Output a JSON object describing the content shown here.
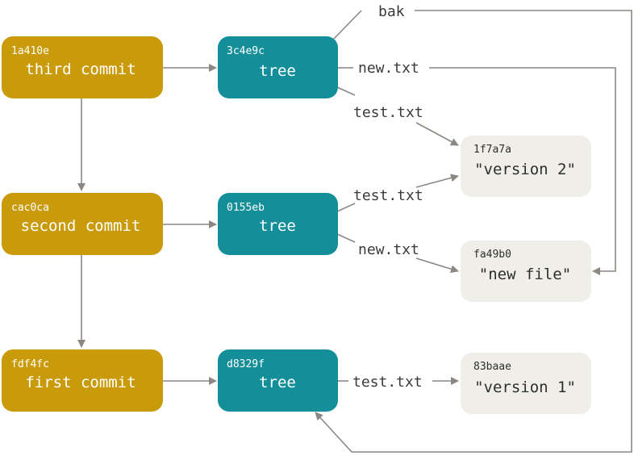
{
  "colors": {
    "commit": "#c99a0a",
    "tree": "#148f9a",
    "blob": "#efeee9",
    "edge": "#8c8782",
    "light_text": "#ffffff",
    "dark_text": "#2e2e2e"
  },
  "commits": [
    {
      "id": "1a410e",
      "label": "third commit"
    },
    {
      "id": "cac0ca",
      "label": "second commit"
    },
    {
      "id": "fdf4fc",
      "label": "first commit"
    }
  ],
  "trees": [
    {
      "id": "3c4e9c",
      "label": "tree"
    },
    {
      "id": "0155eb",
      "label": "tree"
    },
    {
      "id": "d8329f",
      "label": "tree"
    }
  ],
  "blobs": [
    {
      "id": "1f7a7a",
      "label": "\"version 2\""
    },
    {
      "id": "fa49b0",
      "label": "\"new file\""
    },
    {
      "id": "83baae",
      "label": "\"version 1\""
    }
  ],
  "edge_labels": {
    "bak": "bak",
    "t1_new": "new.txt",
    "t1_test": "test.txt",
    "t2_test": "test.txt",
    "t2_new": "new.txt",
    "t3_test": "test.txt"
  }
}
